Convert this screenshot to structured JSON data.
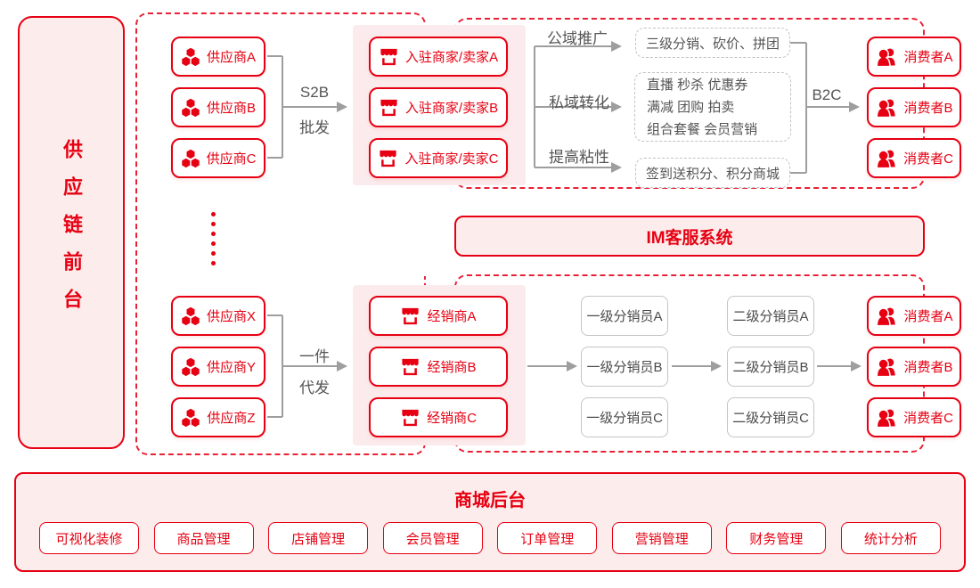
{
  "colors": {
    "accent_red": "#e60012",
    "panel_pink": "#fdecec",
    "block_pink": "#fcebec",
    "line_gray": "#9e9e9e",
    "label_gray": "#555555"
  },
  "sidebar": {
    "title": "供应链前台"
  },
  "top_flow": {
    "suppliers": [
      "供应商A",
      "供应商B",
      "供应商C"
    ],
    "bracket": {
      "line1": "S2B",
      "line2": "批发"
    },
    "merchants": [
      "入驻商家/卖家A",
      "入驻商家/卖家B",
      "入驻商家/卖家C"
    ],
    "branch_labels": [
      "公域推广",
      "私域转化",
      "提高粘性"
    ],
    "public_box": "三级分销、砍价、拼团",
    "private_box_lines": [
      "直播 秒杀 优惠券",
      "满减 团购 拍卖",
      "组合套餐 会员营销"
    ],
    "sticky_box": "签到送积分、积分商城",
    "b2c": "B2C",
    "consumers": [
      "消费者A",
      "消费者B",
      "消费者C"
    ]
  },
  "im_bar": {
    "title": "IM客服系统"
  },
  "bottom_flow": {
    "suppliers": [
      "供应商X",
      "供应商Y",
      "供应商Z"
    ],
    "bracket": {
      "line1": "一件",
      "line2": "代发"
    },
    "dealers": [
      "经销商A",
      "经销商B",
      "经销商C"
    ],
    "level1": [
      "一级分销员A",
      "一级分销员B",
      "一级分销员C"
    ],
    "level2": [
      "二级分销员A",
      "二级分销员B",
      "二级分销员C"
    ],
    "consumers": [
      "消费者A",
      "消费者B",
      "消费者C"
    ]
  },
  "backend": {
    "title": "商城后台",
    "buttons": [
      "可视化装修",
      "商品管理",
      "店铺管理",
      "会员管理",
      "订单管理",
      "营销管理",
      "财务管理",
      "统计分析"
    ]
  }
}
